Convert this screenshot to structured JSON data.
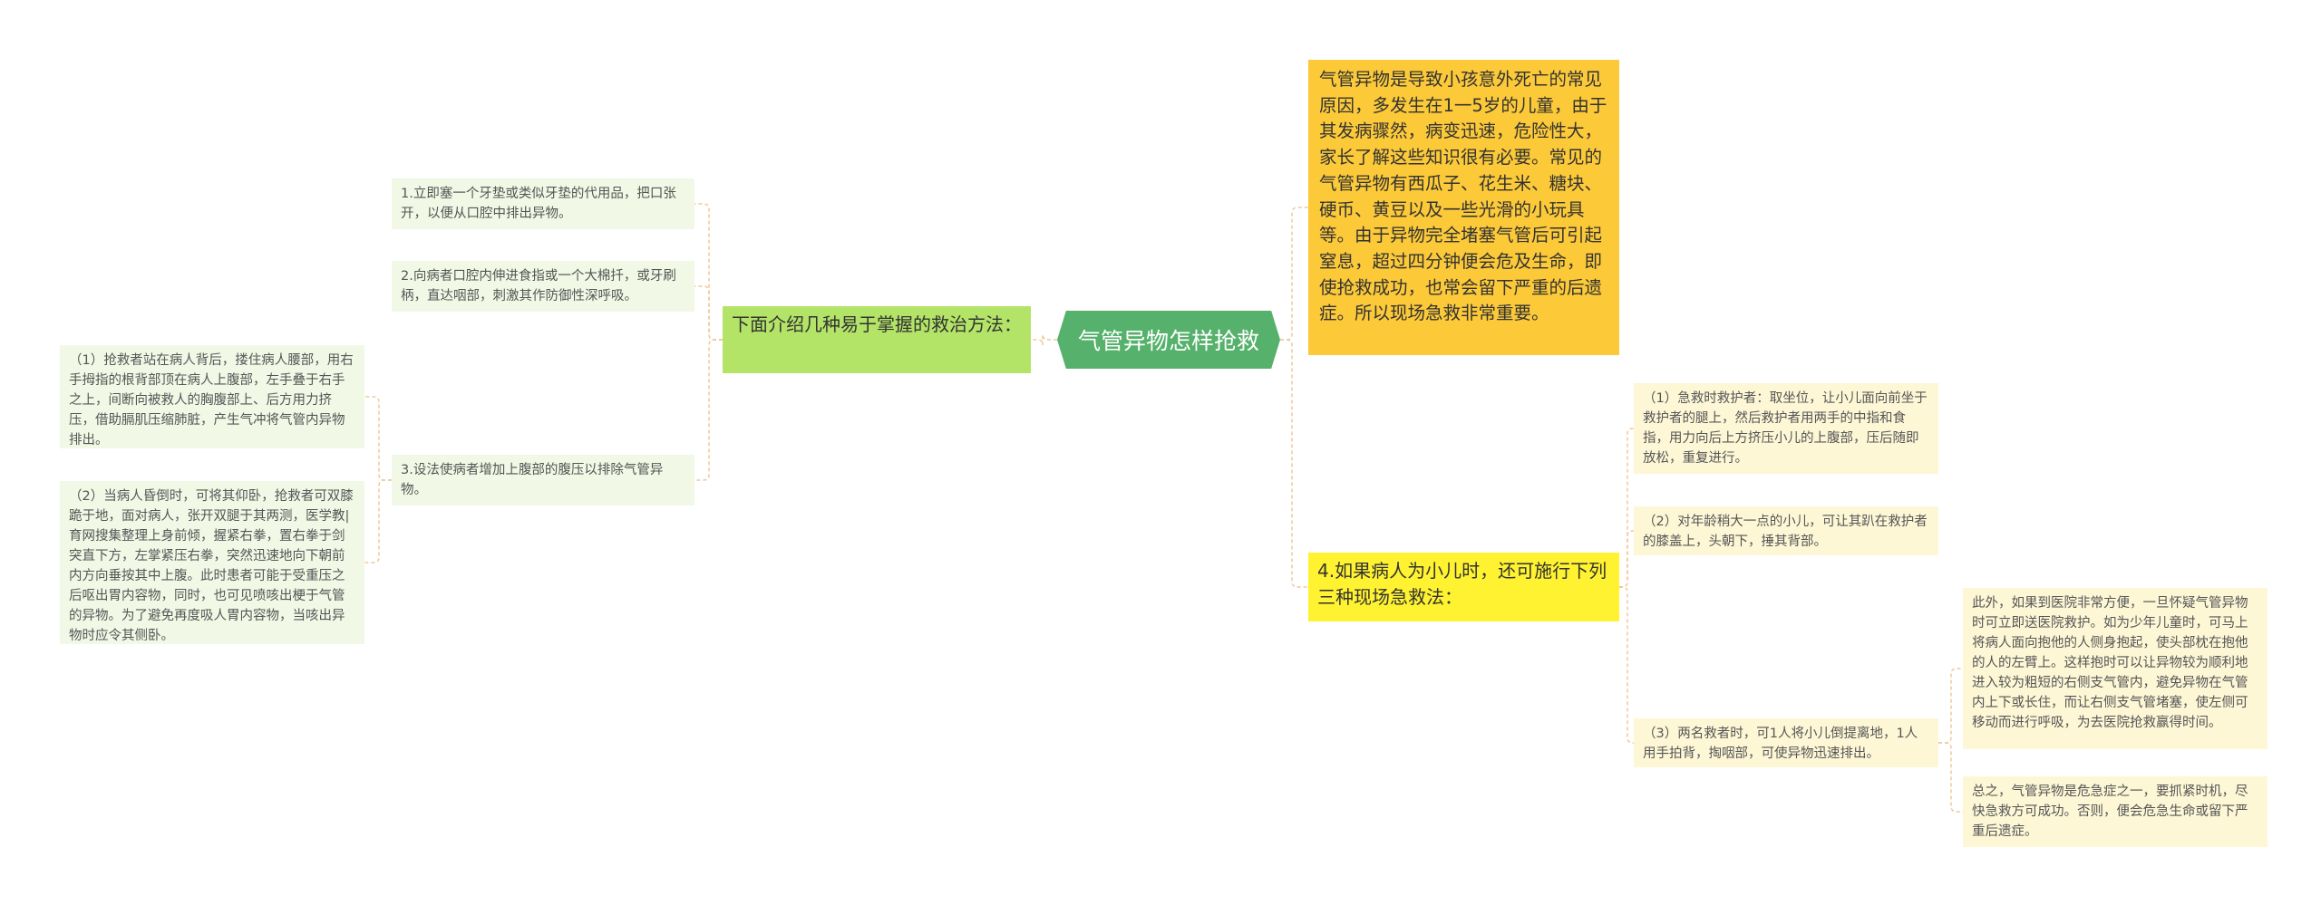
{
  "root": {
    "label": "气管异物怎样抢救"
  },
  "intro": {
    "text": "气管异物是导致小孩意外死亡的常见原因，多发生在1一5岁的儿童，由于其发病骤然，病变迅速，危险性大，家长了解这些知识很有必要。常见的气管异物有西瓜子、花生米、糖块、硬币、黄豆以及一些光滑的小玩具等。由于异物完全堵塞气管后可引起窒息，超过四分钟便会危及生命，即使抢救成功，也常会留下严重的后遗症。所以现场急救非常重要。"
  },
  "methods": {
    "label": "下面介绍几种易于掌握的救治方法：",
    "items": [
      {
        "text": "1.立即塞一个牙垫或类似牙垫的代用品，把口张开，以便从口腔中排出异物。"
      },
      {
        "text": "2.向病者口腔内伸进食指或一个大棉扦，或牙刷柄，直达咽部，刺激其作防御性深呼吸。"
      },
      {
        "text": "3.设法使病者增加上腹部的腹压以排除气管异物。"
      }
    ],
    "sub": [
      {
        "text": "（1）抢救者站在病人背后，搂住病人腰部，用右手拇指的根背部顶在病人上腹部，左手叠于右手之上，间断向被救人的胸腹部上、后方用力挤压，借助膈肌压缩肺脏，产生气冲将气管内异物排出。"
      },
      {
        "text": "（2）当病人昏倒时，可将其仰卧，抢救者可双膝跪于地，面对病人，张开双腿于其两测，医学教|育网搜集整理上身前倾，握紧右拳，置右拳于剑突直下方，左掌紧压右拳，突然迅速地向下朝前内方向垂按其中上腹。此时患者可能于受重压之后呕出胃内容物，同时，也可见喷咳出梗于气管的异物。为了避免再度吸人胃内容物，当咳出异物时应令其侧卧。"
      }
    ]
  },
  "child": {
    "label": "4.如果病人为小儿时，还可施行下列三种现场急救法：",
    "items": [
      {
        "text": "（1）急救时救护者：取坐位，让小儿面向前坐于救护者的腿上，然后救护者用两手的中指和食指，用力向后上方挤压小儿的上腹部，压后随即放松，重复进行。"
      },
      {
        "text": "（2）对年龄稍大一点的小儿，可让其趴在救护者的膝盖上，头朝下，捶其背部。"
      },
      {
        "text": "（3）两名救者时，可1人将小儿倒提离地，1人用手拍背，掏咽部，可使异物迅速排出。"
      }
    ],
    "notes": [
      {
        "text": "此外，如果到医院非常方便，一旦怀疑气管异物时可立即送医院救护。如为少年儿童时，可马上将病人面向抱他的人侧身抱起，使头部枕在抱他的人的左臂上。这样抱时可以让异物较为顺利地进入较为粗短的右侧支气管内，避免异物在气管内上下或长住，而让右侧支气管堵塞，使左侧可移动而进行呼吸，为去医院抢救赢得时间。"
      },
      {
        "text": "总之，气管异物是危急症之一，要抓紧时机，尽快急救方可成功。否则，便会危急生命或留下严重后遗症。"
      }
    ]
  },
  "colors": {
    "root": "#55b16b",
    "green_branch": "#b3e467",
    "orange_branch": "#fcc938",
    "yellow_branch": "#fff230",
    "green_leaf": "#f1f9e6",
    "yellow_leaf": "#fdf7d6",
    "connector": "#f0c89a"
  }
}
